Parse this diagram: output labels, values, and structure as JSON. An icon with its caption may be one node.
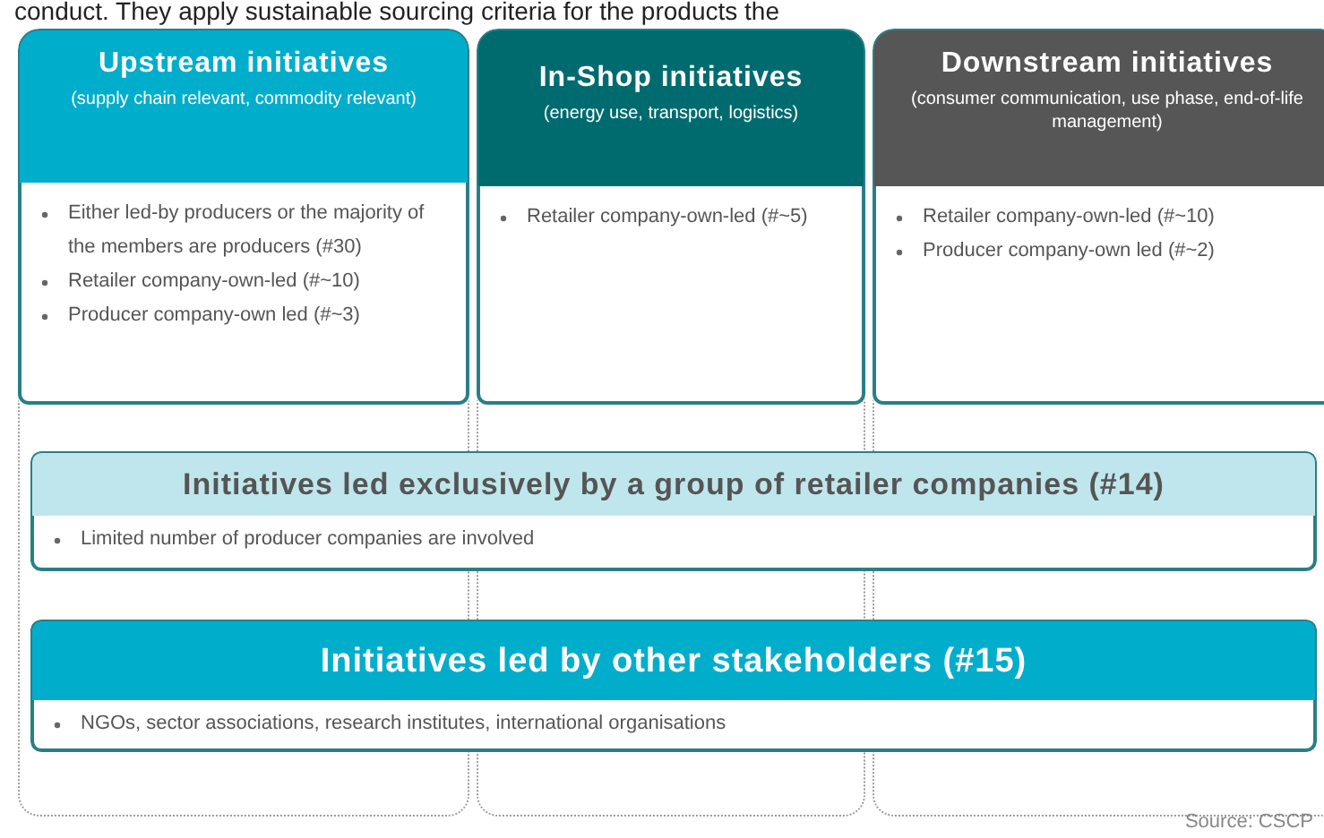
{
  "diagram": {
    "nodes": [
      {
        "text": [
          "Upstream initiatives",
          "(supply chain relevant, commodity relevant)",
          "Either led-by producers or the majority of the members are producers (#30)",
          "Retailer company-own-led (#~10)",
          "Producer company-own led (#~3)"
        ]
      },
      {
        "text": [
          "In-Shop initiatives",
          "(energy use, transport, logistics)",
          "Retailer company-own-led (#~5)"
        ]
      },
      {
        "text": [
          "Downstream initiatives",
          "(consumer communication, use phase, end-of-life management)",
          "Retailer company-own-led (#~10)",
          "Producer company-own led (#~2)"
        ]
      },
      {
        "text": [
          "Initiatives led exclusively by a group of retailer companies (#14)",
          "Limited number of producer companies are involved"
        ]
      },
      {
        "text": [
          "Initiatives led by other stakeholders (#15)",
          "NGOs, sector associations, research institutes, international organisations"
        ]
      }
    ],
    "edges": [],
    "labels": [
      "conduct. They apply sustainable sourcing criteria for the products the",
      "Source: CSCP"
    ]
  }
}
